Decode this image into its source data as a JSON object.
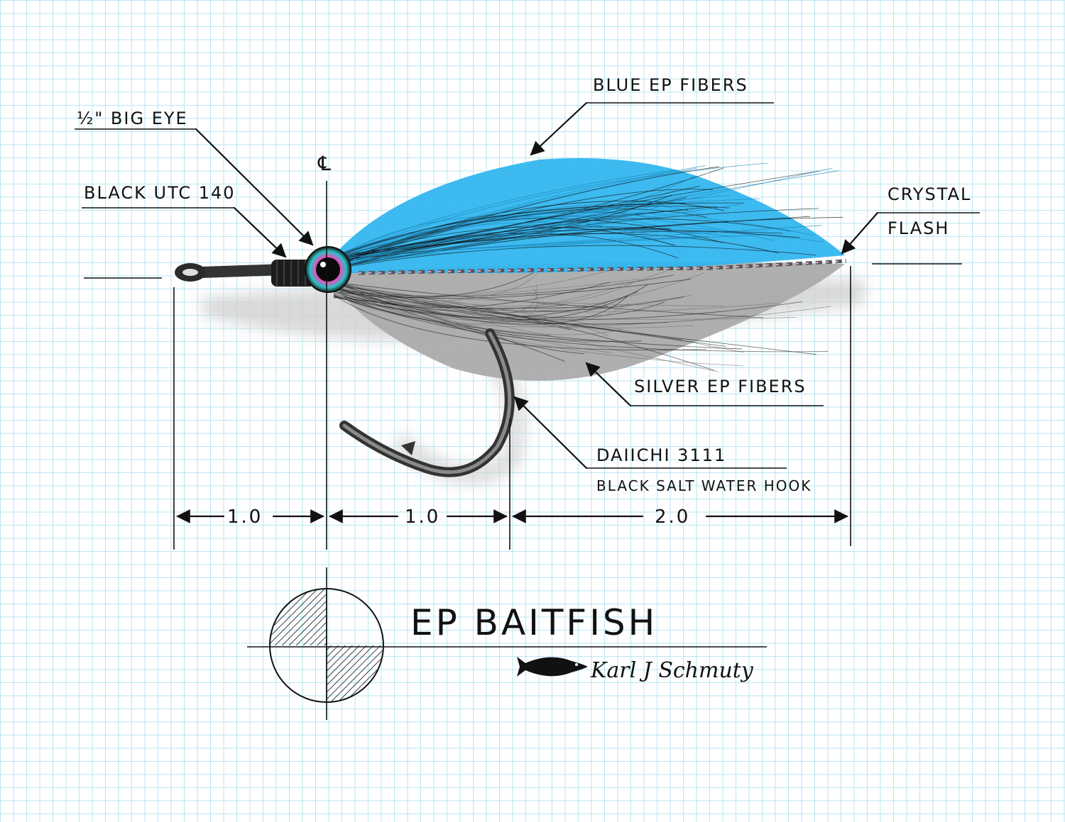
{
  "title": "EP BAITFISH",
  "signature": "Karl J Schmuty",
  "colors": {
    "grid": "#b9e6f2",
    "blue_fibers": "#33b6ef",
    "silver_fibers": "#a9a9a9",
    "ink": "#111111",
    "eye_pink": "#e84fc0",
    "eye_teal": "#27c2c4"
  },
  "icons": [
    "centerline-symbol",
    "fish-icon",
    "projection-symbol"
  ],
  "labels": {
    "big_eye": "½\" BIG EYE",
    "thread": "BLACK UTC 140",
    "blue_fibers": "BLUE EP FIBERS",
    "crystal_flash_1": "CRYSTAL",
    "crystal_flash_2": "FLASH",
    "silver_fibers": "SILVER EP FIBERS",
    "hook_1": "DAIICHI 3111",
    "hook_2": "BLACK SALT WATER HOOK",
    "centerline": "℄"
  },
  "dimensions": [
    {
      "value": "1.0"
    },
    {
      "value": "1.0"
    },
    {
      "value": "2.0"
    }
  ]
}
